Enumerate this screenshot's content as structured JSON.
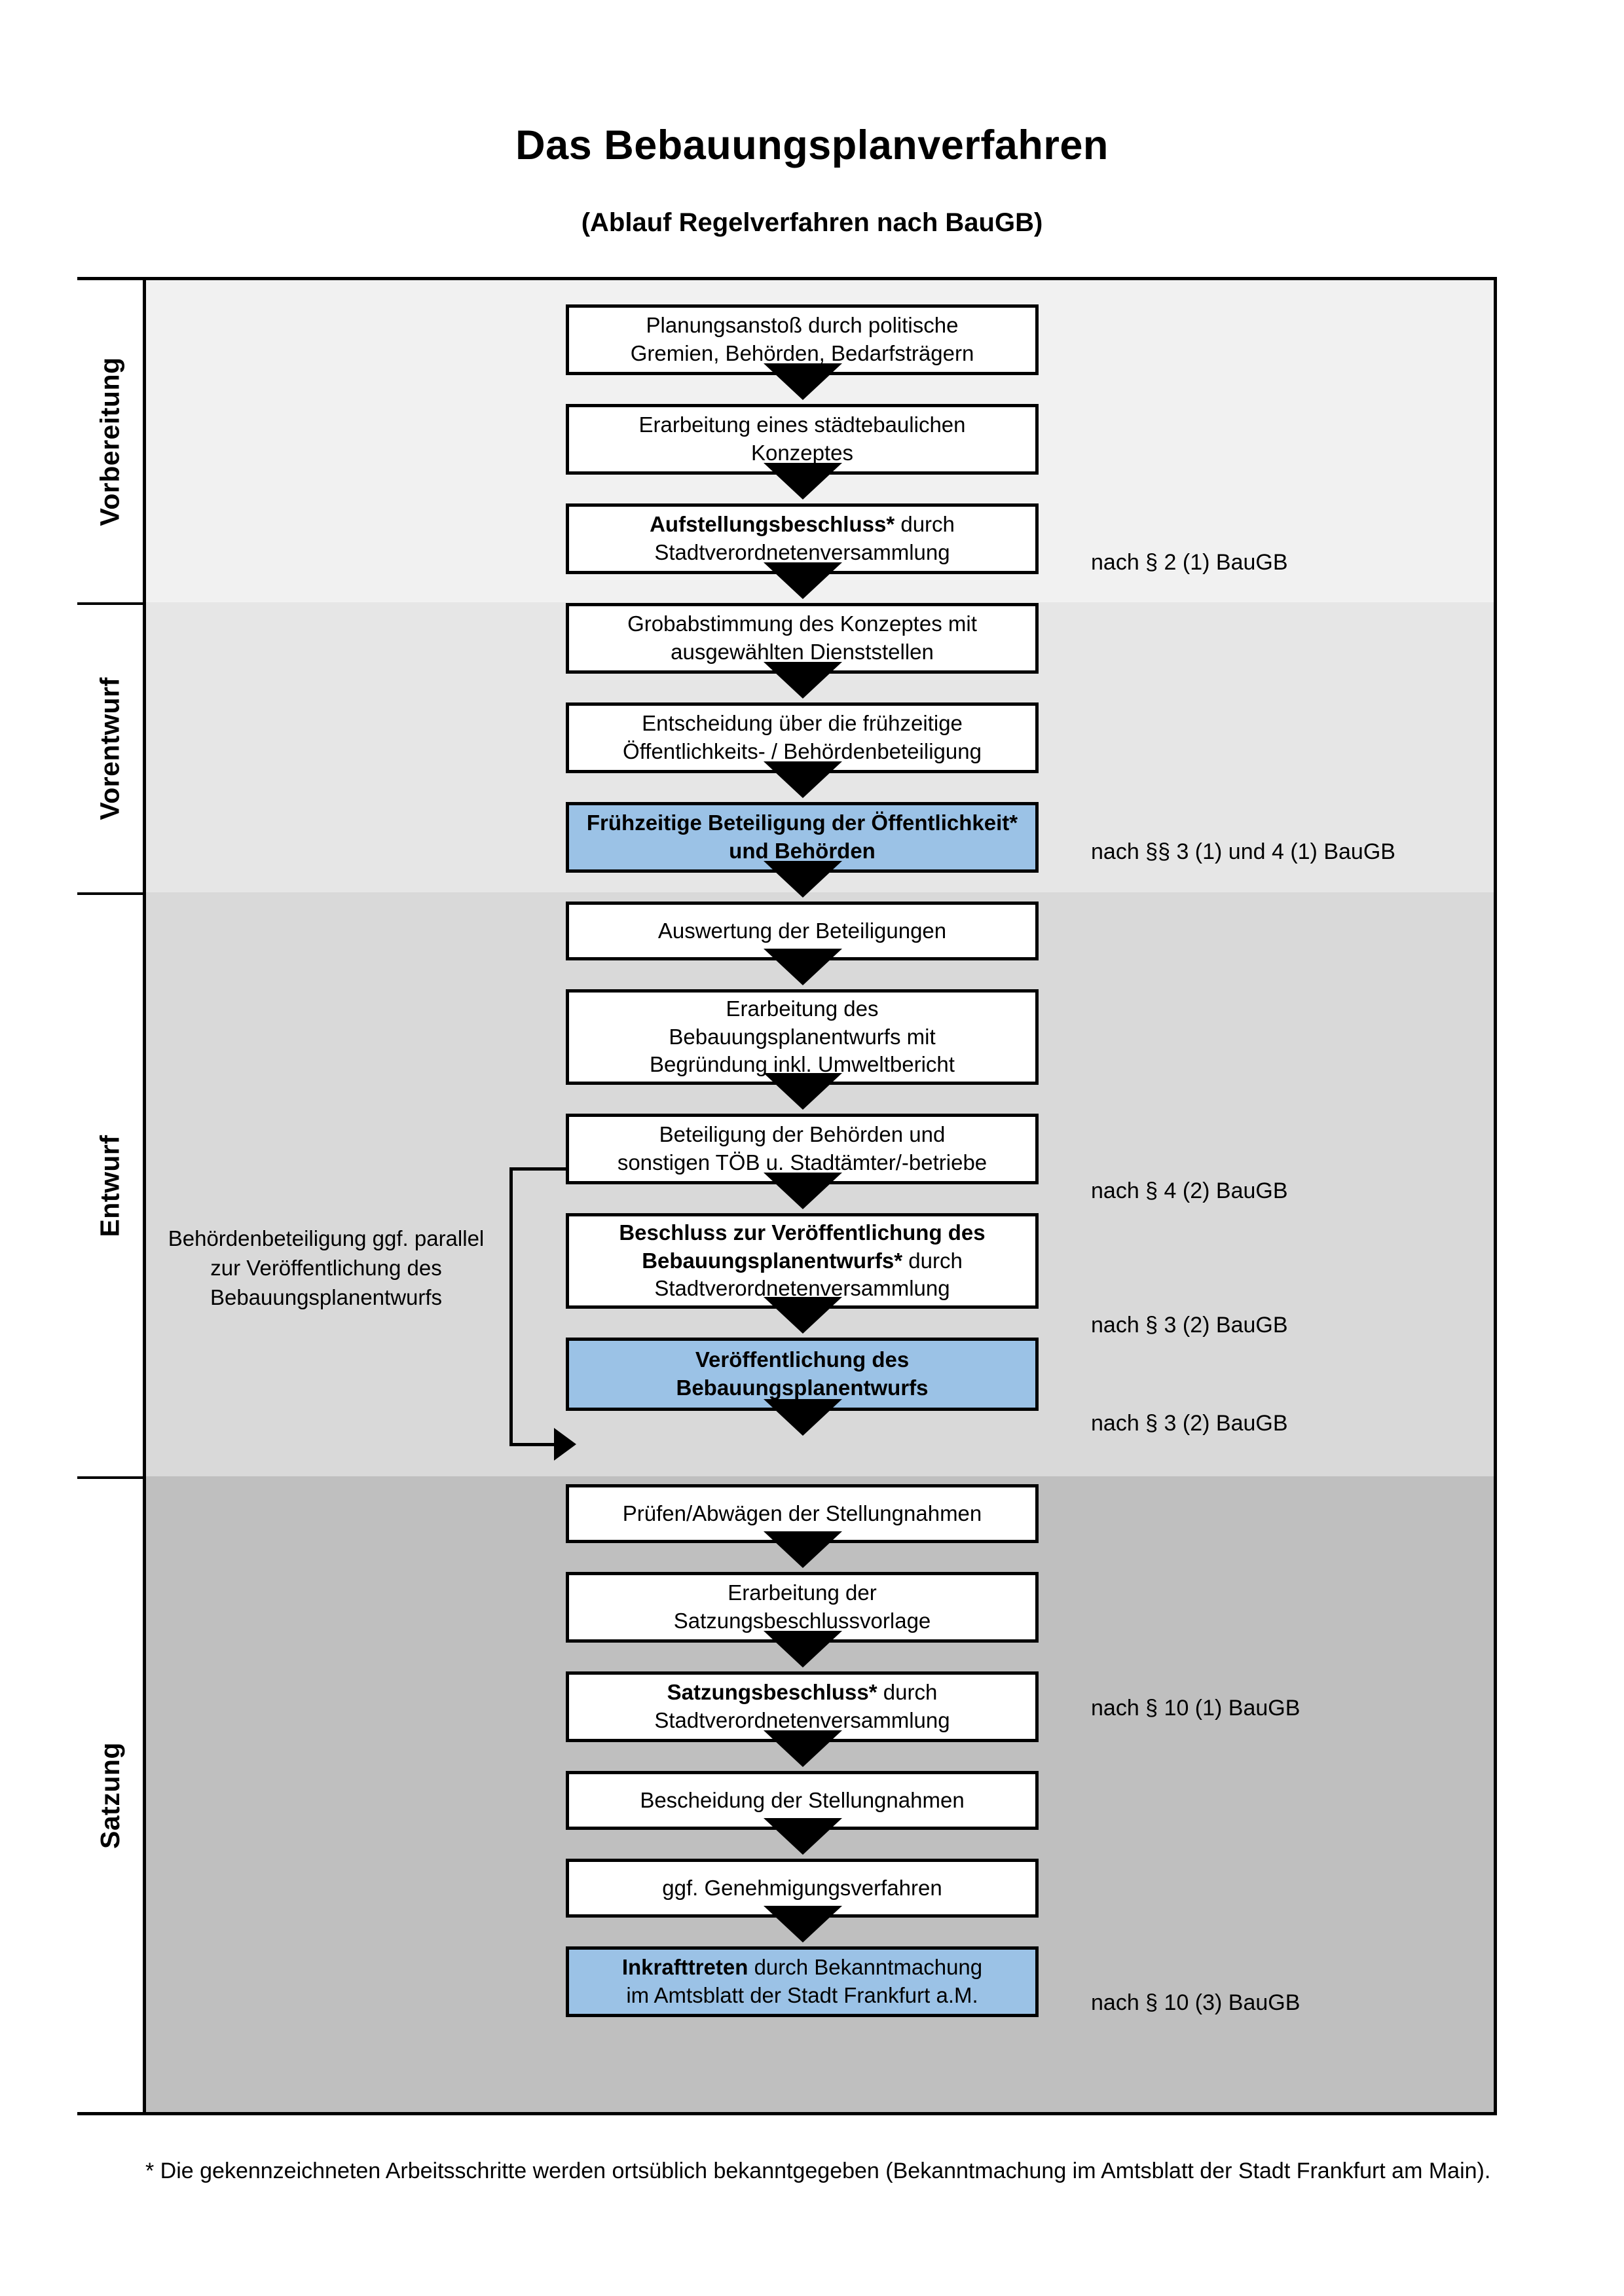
{
  "document": {
    "title": "Das Bebauungsplanverfahren",
    "subtitle": "(Ablauf Regelverfahren nach BauGB)",
    "footnote": "* Die gekennzeichneten Arbeitsschritte werden ortsüblich bekanntgegeben (Bekanntmachung im Amtsblatt  der Stadt Frankfurt am Main)."
  },
  "colors": {
    "highlight_box": "#9BC2E6",
    "band_1": "#F1F1F1",
    "band_2": "#E6E6E6",
    "band_3": "#D9D9D9",
    "band_4": "#BFBFBF",
    "border": "#000000"
  },
  "phases": [
    {
      "label": "Vorbereitung"
    },
    {
      "label": "Vorentwurf"
    },
    {
      "label": "Entwurf"
    },
    {
      "label": "Satzung"
    }
  ],
  "side_note": {
    "text": "Behördenbeteiligung ggf. parallel zur Veröffentlichung des Bebauungsplanentwurfs"
  },
  "steps": [
    {
      "id": "planungsanstoss",
      "line1": "Planungsanstoß durch politische",
      "line2": "Gremien, Behörden, Bedarfsträgern",
      "bold": "",
      "highlight": false
    },
    {
      "id": "konzept",
      "line1": "Erarbeitung eines städtebaulichen",
      "line2": "Konzeptes",
      "bold": "",
      "highlight": false
    },
    {
      "id": "aufstellungsbeschluss",
      "bold": "Aufstellungsbeschluss*",
      "line1": " durch",
      "line2": "Stadtverordnetenversammlung",
      "highlight": false
    },
    {
      "id": "grobabstimmung",
      "line1": "Grobabstimmung des Konzeptes mit",
      "line2": "ausgewählten Dienststellen",
      "bold": "",
      "highlight": false
    },
    {
      "id": "entscheidung-beteiligung",
      "line1": "Entscheidung über die frühzeitige",
      "line2": "Öffentlichkeits- / Behördenbeteiligung",
      "bold": "",
      "highlight": false
    },
    {
      "id": "fruehzeitige-beteiligung",
      "bold": "Frühzeitige Beteiligung der Öffentlichkeit* und Behörden",
      "line1": "",
      "line2": "",
      "highlight": true
    },
    {
      "id": "auswertung",
      "line1": "Auswertung der Beteiligungen",
      "line2": "",
      "bold": "",
      "highlight": false
    },
    {
      "id": "erarbeitung-entwurf",
      "line1": "Erarbeitung des",
      "line2": "Bebauungsplanentwurfs mit",
      "line3": "Begründung inkl. Umweltbericht",
      "bold": "",
      "highlight": false
    },
    {
      "id": "beteiligung-behoerden",
      "line1": "Beteiligung der Behörden und",
      "line2": "sonstigen TÖB u. Stadtämter/-betriebe",
      "bold": "",
      "highlight": false
    },
    {
      "id": "beschluss-veroeffentlichung",
      "bold": "Beschluss zur Veröffentlichung des Bebauungsplanentwurfs*",
      "line1": " durch",
      "line2": "Stadtverordnetenversammlung",
      "highlight": false
    },
    {
      "id": "veroeffentlichung",
      "bold": "Veröffentlichung des Bebauungsplanentwurfs",
      "line1": "",
      "line2": "",
      "highlight": true
    },
    {
      "id": "pruefen-abwaegen",
      "line1": "Prüfen/Abwägen der Stellungnahmen",
      "line2": "",
      "bold": "",
      "highlight": false
    },
    {
      "id": "satzungsbeschlussvorlage",
      "line1": "Erarbeitung der",
      "line2": "Satzungsbeschlussvorlage",
      "bold": "",
      "highlight": false
    },
    {
      "id": "satzungsbeschluss",
      "bold": "Satzungsbeschluss*",
      "line1": " durch",
      "line2": "Stadtverordnetenversammlung",
      "highlight": false
    },
    {
      "id": "bescheidung",
      "line1": "Bescheidung der Stellungnahmen",
      "line2": "",
      "bold": "",
      "highlight": false
    },
    {
      "id": "genehmigungsverfahren",
      "line1": "ggf. Genehmigungsverfahren",
      "line2": "",
      "bold": "",
      "highlight": false
    },
    {
      "id": "inkrafttreten",
      "bold": "Inkrafttreten",
      "line1": " durch Bekanntmachung",
      "line2": "im Amtsblatt der Stadt Frankfurt a.M.",
      "highlight": true
    }
  ],
  "legal_refs": [
    {
      "id": "ref-par2-1",
      "text": "nach § 2 (1) BauGB"
    },
    {
      "id": "ref-par3-1-4-1",
      "text": "nach §§ 3 (1) und 4 (1) BauGB"
    },
    {
      "id": "ref-par4-2",
      "text": "nach § 4 (2) BauGB"
    },
    {
      "id": "ref-par3-2-a",
      "text": "nach § 3 (2) BauGB"
    },
    {
      "id": "ref-par3-2-b",
      "text": "nach § 3 (2) BauGB"
    },
    {
      "id": "ref-par10-1",
      "text": "nach § 10 (1) BauGB"
    },
    {
      "id": "ref-par10-3",
      "text": "nach § 10 (3) BauGB"
    }
  ]
}
